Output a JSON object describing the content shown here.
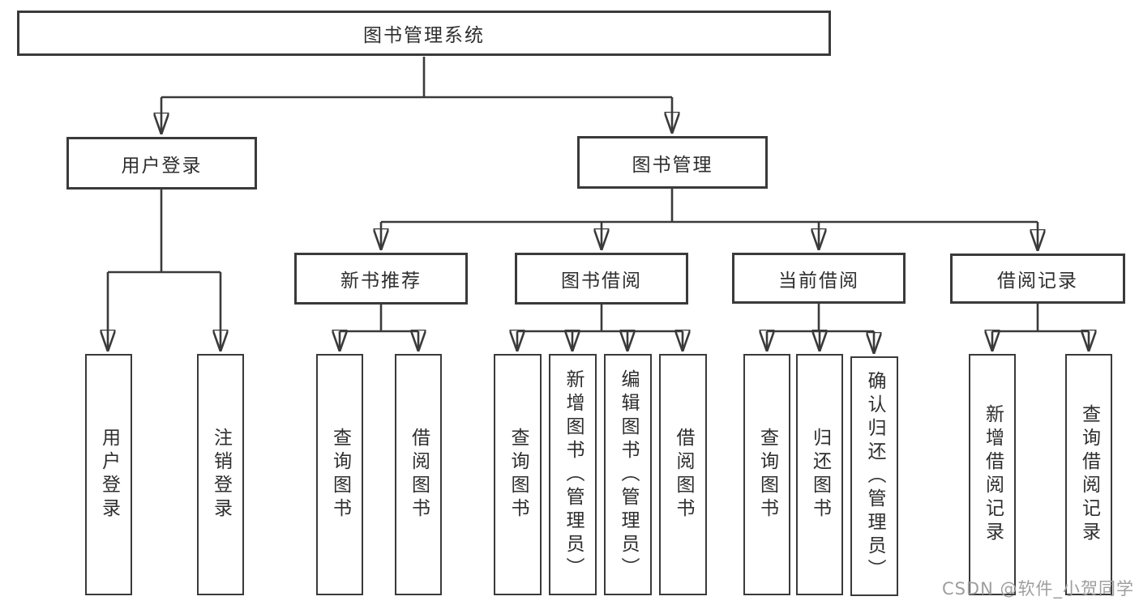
{
  "diagram": {
    "title": "图书管理系统",
    "type": "functional-structure-tree",
    "colors": {
      "line": "#3a3a3a",
      "text": "#2e2e2e",
      "box_fill": "#ffffff",
      "background": "#ffffff",
      "watermark": "#9e9e9e"
    },
    "nodes": {
      "root": "图书管理系统",
      "user_login": "用户登录",
      "book_mgmt": "图书管理",
      "new_book_rec": "新书推荐",
      "book_borrow": "图书借阅",
      "current_borrow": "当前借阅",
      "borrow_record": "借阅记录",
      "leaf_user_login": "用户登录",
      "leaf_logout": "注销登录",
      "leaf_rec_query": "查询图书",
      "leaf_rec_borrow": "借阅图书",
      "leaf_bb_query": "查询图书",
      "leaf_bb_add": "新增图书（管理员）",
      "leaf_bb_edit": "编辑图书（管理员）",
      "leaf_bb_borrow": "借阅图书",
      "leaf_cb_query": "查询图书",
      "leaf_cb_return": "归还图书",
      "leaf_cb_confirm": "确认归还（管理员）",
      "leaf_br_add": "新增借阅记录",
      "leaf_br_query": "查询借阅记录"
    },
    "structure": [
      {
        "id": "root",
        "children": [
          "user_login",
          "book_mgmt"
        ]
      },
      {
        "id": "user_login",
        "children": [
          "leaf_user_login",
          "leaf_logout"
        ]
      },
      {
        "id": "book_mgmt",
        "children": [
          "new_book_rec",
          "book_borrow",
          "current_borrow",
          "borrow_record"
        ]
      },
      {
        "id": "new_book_rec",
        "children": [
          "leaf_rec_query",
          "leaf_rec_borrow"
        ]
      },
      {
        "id": "book_borrow",
        "children": [
          "leaf_bb_query",
          "leaf_bb_add",
          "leaf_bb_edit",
          "leaf_bb_borrow"
        ]
      },
      {
        "id": "current_borrow",
        "children": [
          "leaf_cb_query",
          "leaf_cb_return",
          "leaf_cb_confirm"
        ]
      },
      {
        "id": "borrow_record",
        "children": [
          "leaf_br_add",
          "leaf_br_query"
        ]
      }
    ],
    "watermark": "CSDN @软件_小贺同学"
  }
}
